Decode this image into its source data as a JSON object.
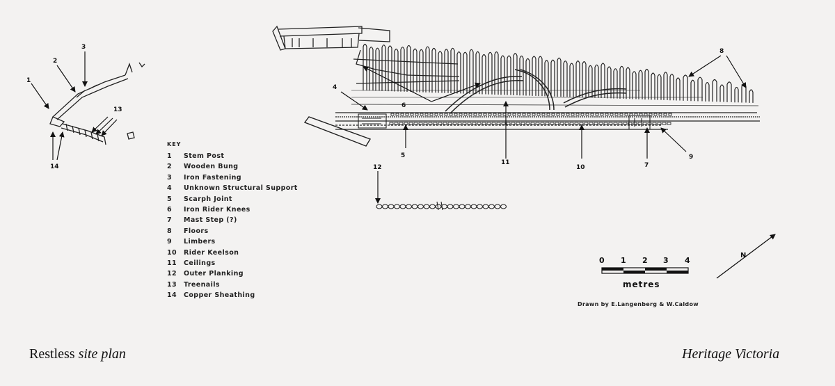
{
  "key": {
    "title": "KEY",
    "items": [
      {
        "num": "1",
        "label": "Stem Post"
      },
      {
        "num": "2",
        "label": "Wooden Bung"
      },
      {
        "num": "3",
        "label": "Iron Fastening"
      },
      {
        "num": "4",
        "label": "Unknown Structural Support"
      },
      {
        "num": "5",
        "label": "Scarph Joint"
      },
      {
        "num": "6",
        "label": "Iron Rider Knees"
      },
      {
        "num": "7",
        "label": "Mast Step (?)"
      },
      {
        "num": "8",
        "label": "Floors"
      },
      {
        "num": "9",
        "label": "Limbers"
      },
      {
        "num": "10",
        "label": "Rider Keelson"
      },
      {
        "num": "11",
        "label": "Ceilings"
      },
      {
        "num": "12",
        "label": "Outer Planking"
      },
      {
        "num": "13",
        "label": "Treenails"
      },
      {
        "num": "14",
        "label": "Copper Sheathing"
      }
    ]
  },
  "scale": {
    "ticks": [
      "0",
      "1",
      "2",
      "3",
      "4"
    ],
    "unit": "metres"
  },
  "north_label": "N",
  "credit": "Drawn by E.Langenberg & W.Caldow",
  "caption": {
    "left_main": "Restless",
    "left_italic": "site plan",
    "right": "Heritage Victoria"
  }
}
